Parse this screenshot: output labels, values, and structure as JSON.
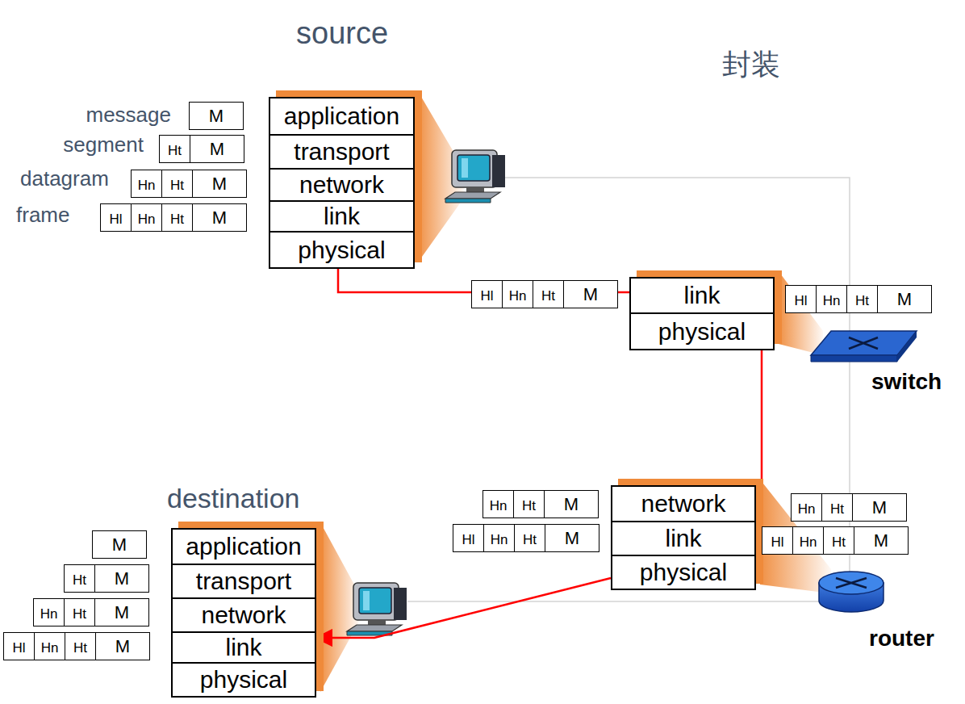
{
  "diagram": {
    "title": "封装",
    "nodes": [
      {
        "text": [
          "source"
        ]
      },
      {
        "text": [
          "application"
        ],
        "in": 0
      },
      {
        "text": [
          "transport"
        ],
        "in": 0
      },
      {
        "text": [
          "network"
        ],
        "in": 0
      },
      {
        "text": [
          "link"
        ],
        "in": 0
      },
      {
        "text": [
          "physical"
        ],
        "in": 0
      },
      {
        "text": [
          "M"
        ]
      },
      {
        "text": [
          "Ht",
          "M"
        ]
      },
      {
        "text": [
          "Hn",
          "Ht",
          "M"
        ]
      },
      {
        "text": [
          "Hl",
          "Hn",
          "Ht",
          "M"
        ]
      },
      {
        "text": [
          "Hl",
          "Hn",
          "Ht",
          "M"
        ]
      },
      {
        "text": [
          "switch"
        ]
      },
      {
        "text": [
          "link"
        ],
        "in": 11
      },
      {
        "text": [
          "physical"
        ],
        "in": 11
      },
      {
        "text": [
          "Hl",
          "Hn",
          "Ht",
          "M"
        ]
      },
      {
        "text": [
          "Hn",
          "Ht",
          "M"
        ]
      },
      {
        "text": [
          "Hl",
          "Hn",
          "Ht",
          "M"
        ]
      },
      {
        "text": [
          "router"
        ]
      },
      {
        "text": [
          "network"
        ],
        "in": 17
      },
      {
        "text": [
          "link"
        ],
        "in": 17
      },
      {
        "text": [
          "physical"
        ],
        "in": 17
      },
      {
        "text": [
          "Hn",
          "Ht",
          "M"
        ]
      },
      {
        "text": [
          "Hl",
          "Hn",
          "Ht",
          "M"
        ]
      },
      {
        "text": [
          "destination"
        ]
      },
      {
        "text": [
          "application"
        ],
        "in": 23
      },
      {
        "text": [
          "transport"
        ],
        "in": 23
      },
      {
        "text": [
          "network"
        ],
        "in": 23
      },
      {
        "text": [
          "link"
        ],
        "in": 23
      },
      {
        "text": [
          "physical"
        ],
        "in": 23
      },
      {
        "text": [
          "M"
        ]
      },
      {
        "text": [
          "Ht",
          "M"
        ]
      },
      {
        "text": [
          "Hn",
          "Ht",
          "M"
        ]
      },
      {
        "text": [
          "Hl",
          "Hn",
          "Ht",
          "M"
        ]
      }
    ],
    "edges": [
      {
        "from": 0,
        "to": 11,
        "arrow": "none"
      },
      {
        "from": 11,
        "to": 17,
        "arrow": "none"
      },
      {
        "from": 17,
        "to": 23,
        "arrow": "to"
      }
    ],
    "labels": [
      "message",
      "segment",
      "datagram",
      "frame"
    ]
  }
}
